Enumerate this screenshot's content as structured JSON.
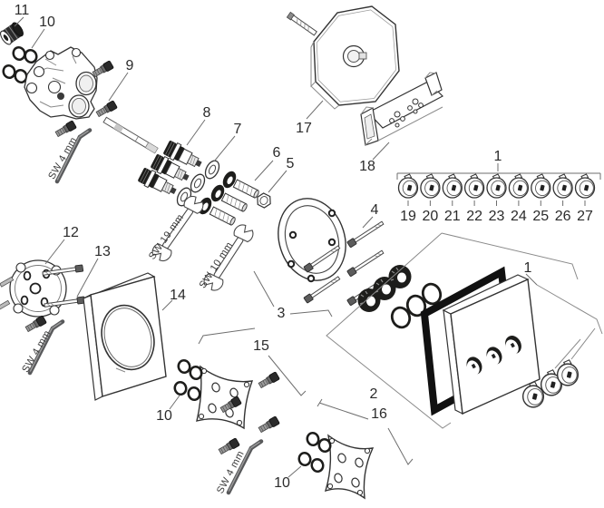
{
  "figure": {
    "type": "exploded-parts-diagram",
    "product": "thermostatic-valve-trim"
  },
  "part_labels": {
    "p1_handle_set": "1",
    "p1_trim_set": "1",
    "p2": "2",
    "p3": "3",
    "p4": "4",
    "p5": "5",
    "p6": "6",
    "p7": "7",
    "p8": "8",
    "p9": "9",
    "p10_top": "10",
    "p10_mid": "10",
    "p10_bottom": "10",
    "p11": "11",
    "p12": "12",
    "p13": "13",
    "p14": "14",
    "p15": "15",
    "p16": "16",
    "p17": "17",
    "p18": "18"
  },
  "handle_numbers": [
    "19",
    "20",
    "21",
    "22",
    "23",
    "24",
    "25",
    "26",
    "27"
  ],
  "tools": {
    "allen_key_top": "SW 4 mm",
    "allen_key_left": "SW 4 mm",
    "allen_key_bottom": "SW 4 mm",
    "open_wrench_19": "SW 19 mm",
    "open_wrench_10": "SW 10 mm"
  },
  "colors": {
    "line": "#333333",
    "dark_fill": "#1d1d1b",
    "background": "#ffffff"
  }
}
